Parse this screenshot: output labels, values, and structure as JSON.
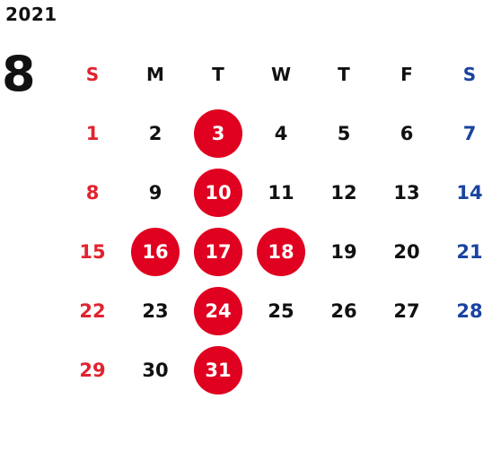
{
  "year": "2021",
  "month": "8",
  "weekdays": [
    "S",
    "M",
    "T",
    "W",
    "T",
    "F",
    "S"
  ],
  "weeks": [
    [
      "1",
      "2",
      "3",
      "4",
      "5",
      "6",
      "7"
    ],
    [
      "8",
      "9",
      "10",
      "11",
      "12",
      "13",
      "14"
    ],
    [
      "15",
      "16",
      "17",
      "18",
      "19",
      "20",
      "21"
    ],
    [
      "22",
      "23",
      "24",
      "25",
      "26",
      "27",
      "28"
    ],
    [
      "29",
      "30",
      "31",
      "",
      "",
      "",
      ""
    ]
  ],
  "highlighted_days": [
    "3",
    "10",
    "16",
    "17",
    "18",
    "24",
    "31"
  ],
  "colors": {
    "sunday": "#e0232f",
    "saturday": "#1a43a1",
    "weekday": "#111111",
    "highlight": "#e0001f"
  }
}
